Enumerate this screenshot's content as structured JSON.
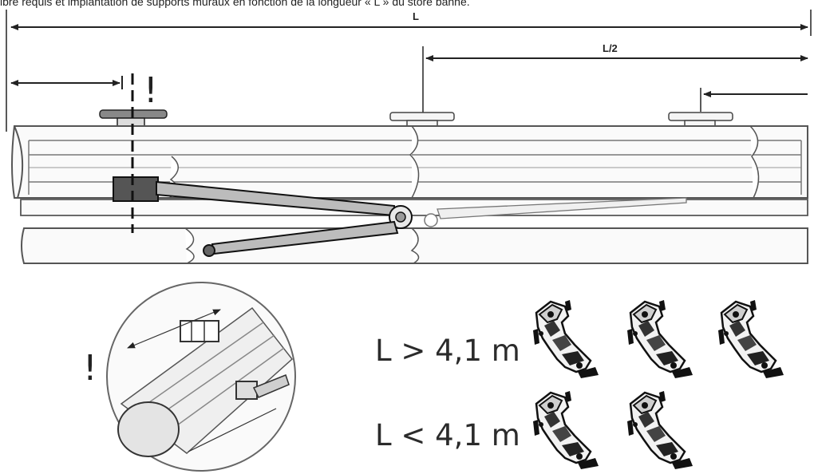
{
  "caption": "ibre requis et implantation de supports muraux en fonction de la longueur « L » du store banne.",
  "dimensions": {
    "total_length": "L",
    "half_length": "L/2"
  },
  "warning_symbol": "!",
  "rules": [
    {
      "label": "L > 4,1 m",
      "bracket_count": 3
    },
    {
      "label": "L < 4,1 m",
      "bracket_count": 2
    }
  ],
  "icons": {
    "wall_bracket": "wall-bracket-icon"
  }
}
